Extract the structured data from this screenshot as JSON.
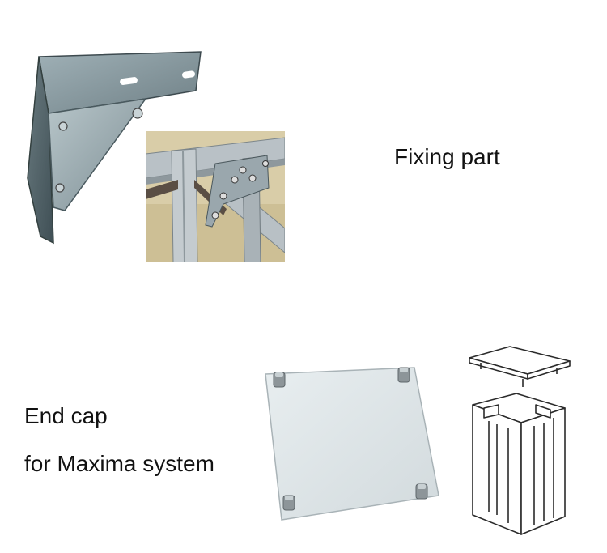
{
  "labels": {
    "fixing_part": "Fixing part",
    "end_cap": "End cap",
    "system": "for Maxima system"
  },
  "images": {
    "bracket": "angle-bracket-metal",
    "frame_photo": "frame-corner-assembly-photo",
    "end_cap_plate": "end-cap-plate",
    "cap_drawing": "end-cap-profile-drawing"
  },
  "colors": {
    "text": "#111111",
    "metal": "#8a9aa0",
    "metal_dark": "#4d5d63",
    "photo_bg": "#d8ccaa",
    "plate": "#dfe5e7"
  }
}
